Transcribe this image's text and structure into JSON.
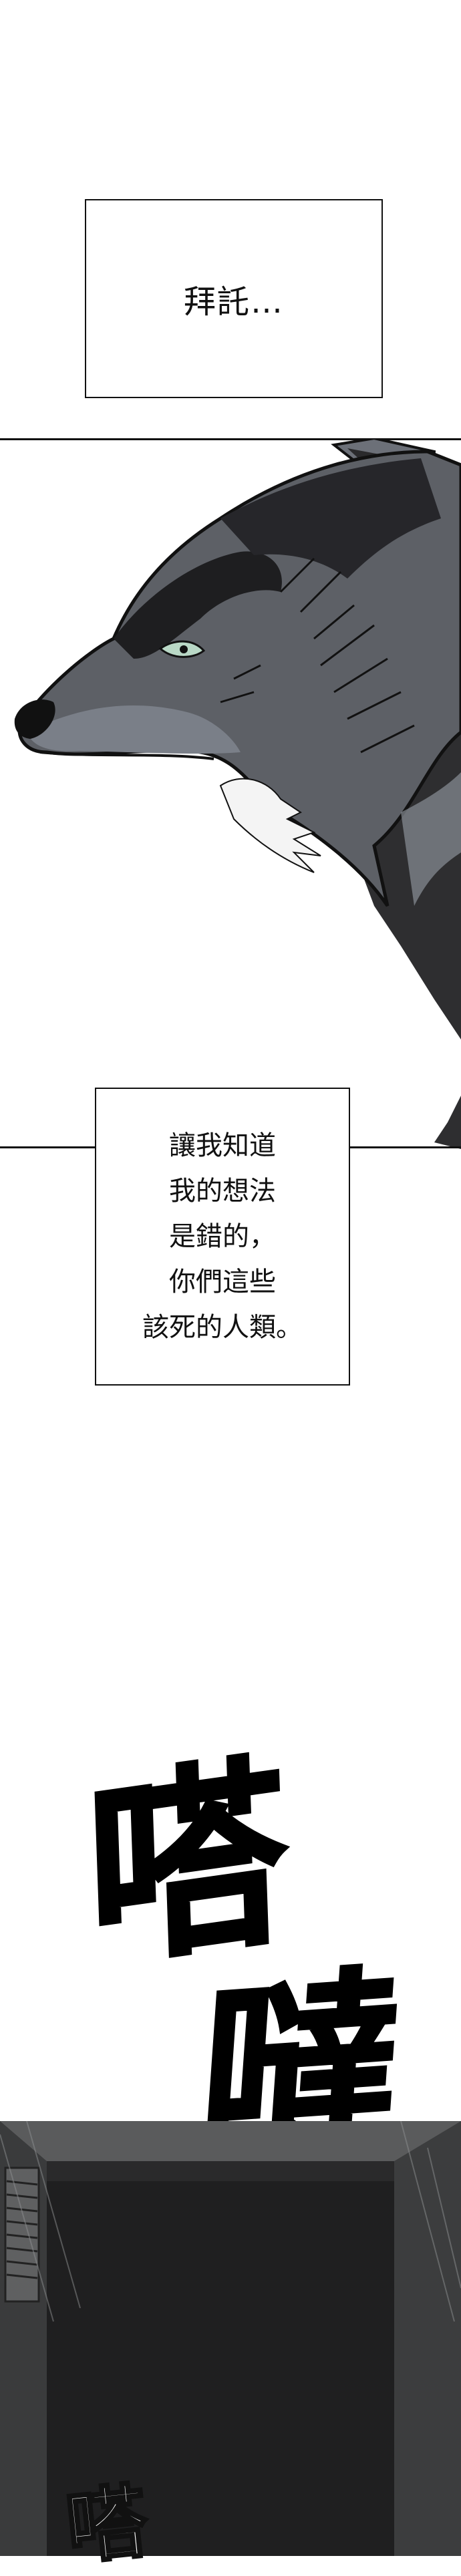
{
  "page": {
    "background": "#ffffff"
  },
  "captions": [
    {
      "text": "拜託…"
    },
    {
      "lines": [
        "讓我知道",
        "我的想法",
        "是錯的，",
        "你們這些",
        "該死的人類。"
      ]
    }
  ],
  "sfx": {
    "main": [
      "嗒",
      "噠"
    ],
    "bottom": "嗒"
  },
  "colors": {
    "ink": "#111111",
    "fur_dark": "#2e2e30",
    "fur_mid": "#5d6066",
    "fur_light": "#9aa0a8",
    "eye": "#b9d8c6",
    "room_dark": "#1f1f20",
    "room_mid": "#4a4b4c"
  }
}
